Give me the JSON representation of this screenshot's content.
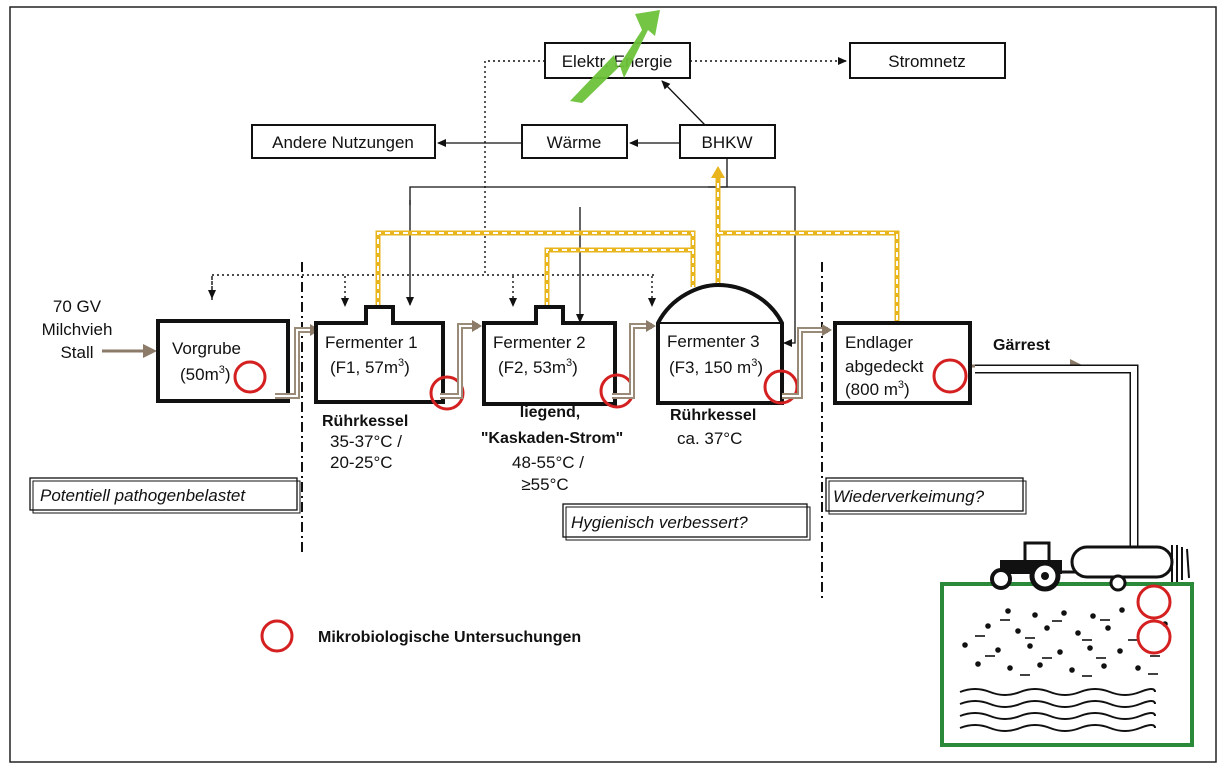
{
  "title": "",
  "colors": {
    "sample_circle": "#d42020",
    "gas_line": "#e8b51c",
    "feed_arrow": "#8b7b68",
    "field_border": "#2a8a3a",
    "energy_bolt": "#6dc23a"
  },
  "input": {
    "line1": "70 GV",
    "line2": "Milchvieh",
    "line3": "Stall"
  },
  "top": {
    "elektr_energie": "Elektr. Energie",
    "stromnetz": "Stromnetz",
    "andere_nutzungen": "Andere Nutzungen",
    "waerme": "Wärme",
    "bhkw": "BHKW"
  },
  "units": {
    "vorgrube": {
      "name": "Vorgrube",
      "size": "(50m",
      "unit": "3",
      "close": ")"
    },
    "fermenter1": {
      "name": "Fermenter 1",
      "size": "(F1, 57m",
      "unit": "3",
      "close": ")",
      "type": "Rührkessel",
      "temp1": "35-37°C /",
      "temp2": "20-25°C"
    },
    "fermenter2": {
      "name": "Fermenter 2",
      "size": "(F2, 53m",
      "unit": "3",
      "close": ")",
      "type1": "liegend,",
      "type2": "\"Kaskaden-Strom\"",
      "temp1": "48-55°C /",
      "temp2": "≥55°C"
    },
    "fermenter3": {
      "name": "Fermenter 3",
      "size": "(F3, 150 m",
      "unit": "3",
      "close": ")",
      "type": "Rührkessel",
      "temp": "ca. 37°C"
    },
    "endlager": {
      "line1": "Endlager",
      "line2": "abgedeckt",
      "size": "(800 m",
      "unit": "3",
      "close": ")"
    }
  },
  "output": {
    "label": "Gärrest"
  },
  "zones": {
    "z1": "Potentiell pathogenbelastet",
    "z2": "Hygienisch verbessert?",
    "z3": "Wiederverkeimung?"
  },
  "legend": {
    "label": "Mikrobiologische Untersuchungen"
  }
}
